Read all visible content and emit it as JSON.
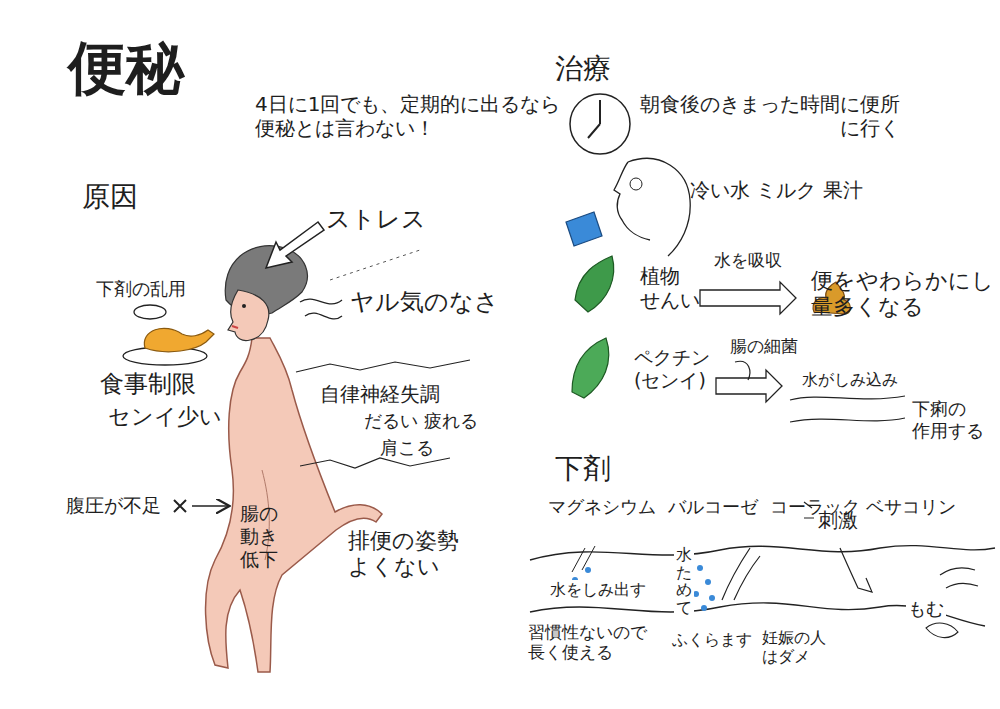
{
  "diagram": {
    "title": "便秘",
    "labels": [
      "4日に1回でも、定期的に出るなら 便秘とは言わない！",
      "治療",
      "朝食後のきまった時間に便所 に行く",
      "原因",
      "ストレス",
      "冷い水 ミルク 果汁",
      "下剤の乱用",
      "ヤル気のなさ",
      "植物 せんい",
      "水を吸収",
      "便をやわらかにし 量多くなる",
      "食事制限",
      "センイ少い",
      "ペクチン (センイ)",
      "腸の細菌",
      "水がしみ込み",
      "自律神経失調",
      "だるい 疲れる",
      "肩こる",
      "下痢の 作用する",
      "下剤",
      "腹圧が不足",
      "腸の 動き 低下",
      "排便の姿勢 よくない",
      "マグネシウム",
      "バルコーゼ",
      "コーラック",
      "ベサコリン",
      "刺激",
      "水をしみ出す",
      "水ためて",
      "ふくらます",
      "習慣性ないので 長く使える",
      "もむ",
      "妊娠の人 はダメ"
    ]
  }
}
